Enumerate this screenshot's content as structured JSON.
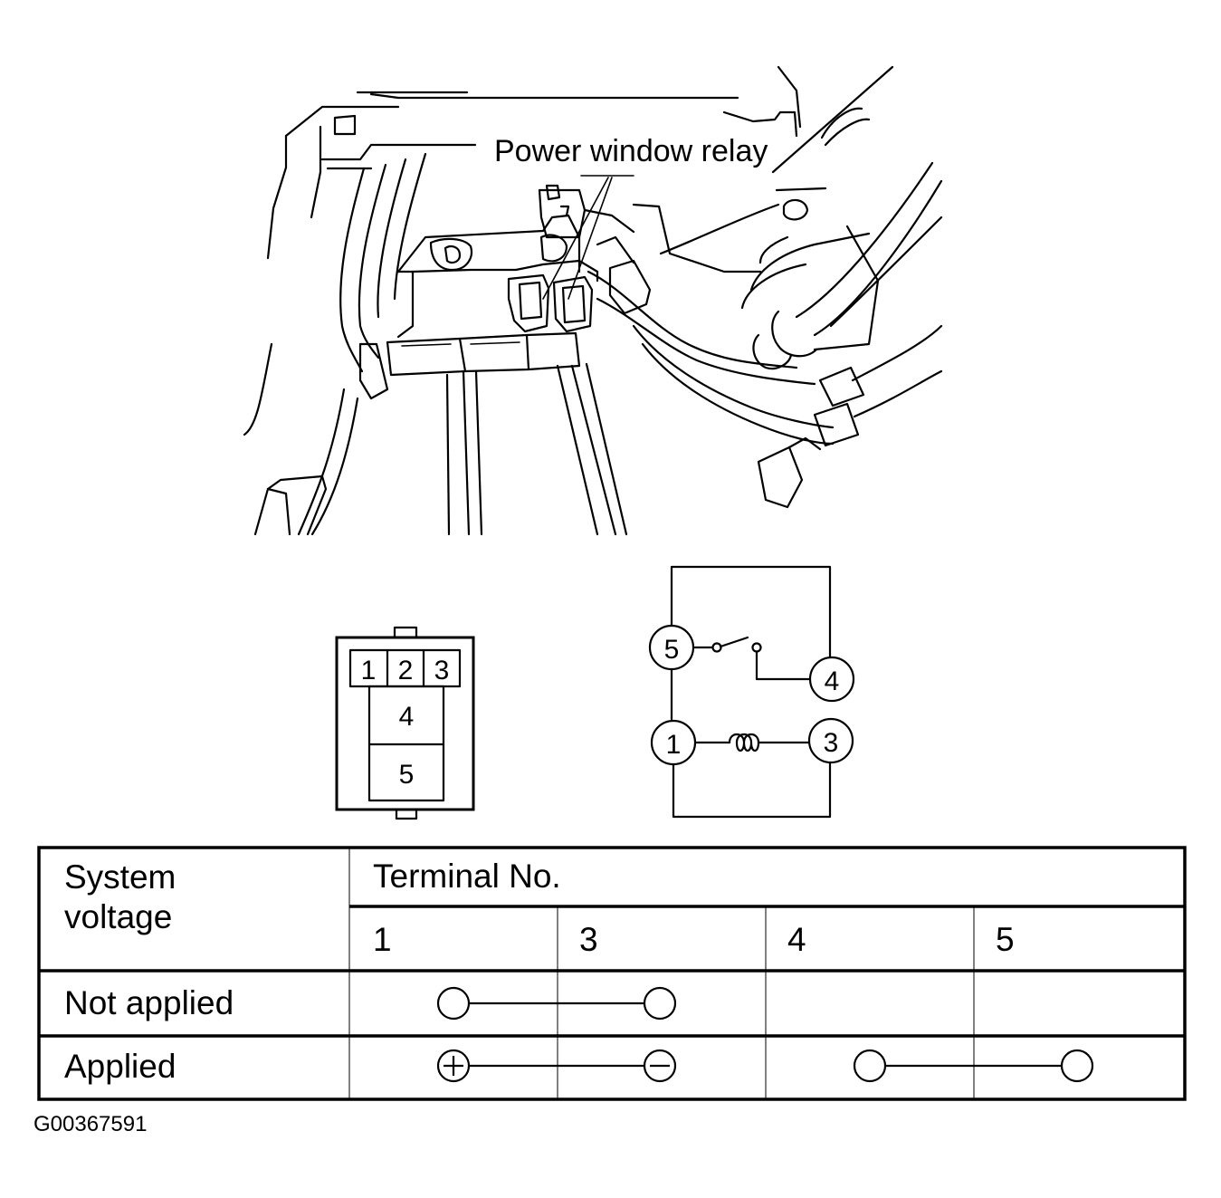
{
  "illustration": {
    "callout_label": "Power window relay"
  },
  "relay_face": {
    "terminals": [
      "1",
      "2",
      "3",
      "4",
      "5"
    ]
  },
  "schematic": {
    "terminals": [
      "5",
      "4",
      "1",
      "3"
    ]
  },
  "table": {
    "header_left_line1": "System",
    "header_left_line2": "voltage",
    "header_group": "Terminal No.",
    "terminal_columns": [
      "1",
      "3",
      "4",
      "5"
    ],
    "rows": [
      {
        "label": "Not applied",
        "links": [
          {
            "from": "1",
            "to": "3",
            "from_symbol": "circle",
            "to_symbol": "circle"
          }
        ]
      },
      {
        "label": "Applied",
        "links": [
          {
            "from": "1",
            "to": "3",
            "from_symbol": "plus",
            "to_symbol": "minus"
          },
          {
            "from": "4",
            "to": "5",
            "from_symbol": "circle",
            "to_symbol": "circle"
          }
        ]
      }
    ]
  },
  "footer": {
    "figure_id": "G00367591"
  }
}
